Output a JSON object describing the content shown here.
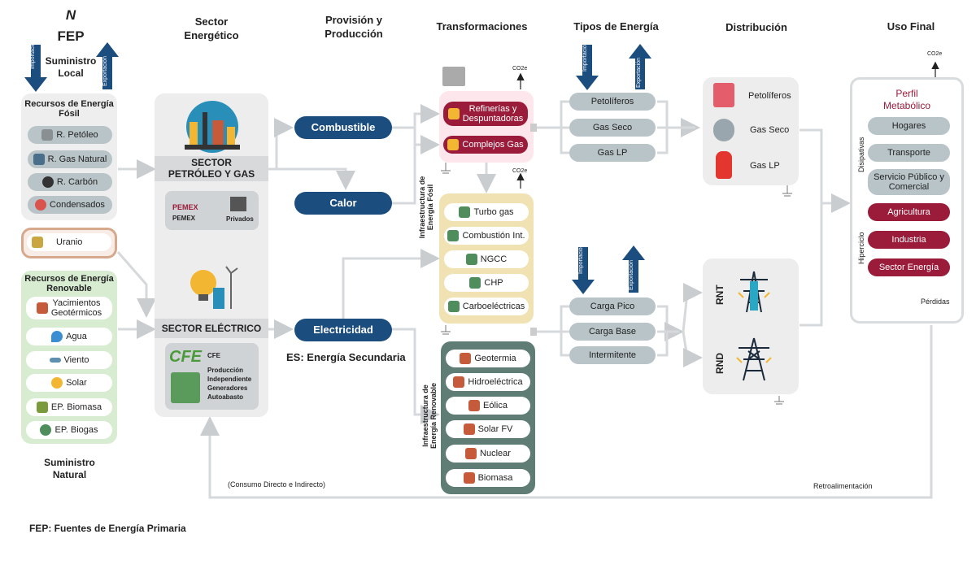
{
  "columns": {
    "fep_symbol": "N",
    "fep": "FEP",
    "sector": "Sector\nEnergético",
    "provision": "Provisión y\nProducción",
    "transform": "Transformaciones",
    "tipos": "Tipos de Energía",
    "distribucion": "Distribución",
    "uso": "Uso Final"
  },
  "suministro_local": "Suministro\nLocal",
  "suministro_natural": "Suministro\nNatural",
  "importacion": "Importación",
  "exportacion": "Exportación",
  "fossil": {
    "title": "Recursos de Energía\nFósil",
    "items": [
      "R. Petóleo",
      "R. Gas Natural",
      "R. Carbón",
      "Condensados"
    ]
  },
  "uranio": "Uranio",
  "renewable": {
    "title": "Recursos de Energía\nRenovable",
    "items": [
      "Yacimientos\nGeotérmicos",
      "Agua",
      "Viento",
      "Solar",
      "EP. Biomasa",
      "EP. Biogas"
    ]
  },
  "sector_petroleo": {
    "title": "SECTOR\nPETRÓLEO Y GAS",
    "pemex_logo": "PEMEX",
    "pemex": "PEMEX",
    "privados": "Privados"
  },
  "sector_electrico": {
    "title": "SECTOR ELÉCTRICO",
    "cfe_logo": "CFE",
    "cfe": "CFE",
    "others": "Producción\nIndependiente\nGeneradores\nAutoabasto"
  },
  "provision": {
    "combustible": "Combustible",
    "calor": "Calor",
    "electricidad": "Electricidad",
    "es_note": "ES: Energía Secundaria"
  },
  "co2": "CO2e",
  "transform_fuel": [
    "Refinerías y\nDespuntadoras",
    "Complejos Gas"
  ],
  "fossil_infra": {
    "label": "Infraestructura de\nEnergía Fósil",
    "items": [
      "Turbo gas",
      "Combustión Int.",
      "NGCC",
      "CHP",
      "Carboeléctricas"
    ]
  },
  "renew_infra": {
    "label": "Infraestructura de\nEnergía Renovable",
    "items": [
      "Geotermia",
      "Hidroeléctrica",
      "Eólica",
      "Solar FV",
      "Nuclear",
      "Biomasa"
    ]
  },
  "tipos_fuel": [
    "Petolíferos",
    "Gas Seco",
    "Gas LP"
  ],
  "tipos_elec": [
    "Carga Pico",
    "Carga Base",
    "Intermitente"
  ],
  "dist_fuel": [
    "Petolíferos",
    "Gas Seco",
    "Gas LP"
  ],
  "dist_elec": [
    "RNT",
    "RND"
  ],
  "uso": {
    "title": "Perfil\nMetabólico",
    "dispativas_label": "Disipativas",
    "hiperciclo_label": "Hiperciclo",
    "dispativas": [
      "Hogares",
      "Transporte",
      "Servicio Público y\nComercial"
    ],
    "hiperciclo": [
      "Agricultura",
      "Industria",
      "Sector Energía"
    ],
    "perdidas": "Pérdidas"
  },
  "consumo": "(Consumo Directo e Indirecto)",
  "retro": "Retroalimentación",
  "footnote": "FEP: Fuentes de Energía Primaria",
  "colors": {
    "navy": "#1c4d7f",
    "crimson": "#9b1b3a",
    "pill_grey": "#b9c4c8",
    "panel_grey": "#ededed",
    "fossil_panel": "#f1efe0",
    "renew_panel": "#5f7d74",
    "renew_src": "#d8ecd2",
    "uranio_border": "#d6a88c",
    "pink": "#fde7ec"
  }
}
